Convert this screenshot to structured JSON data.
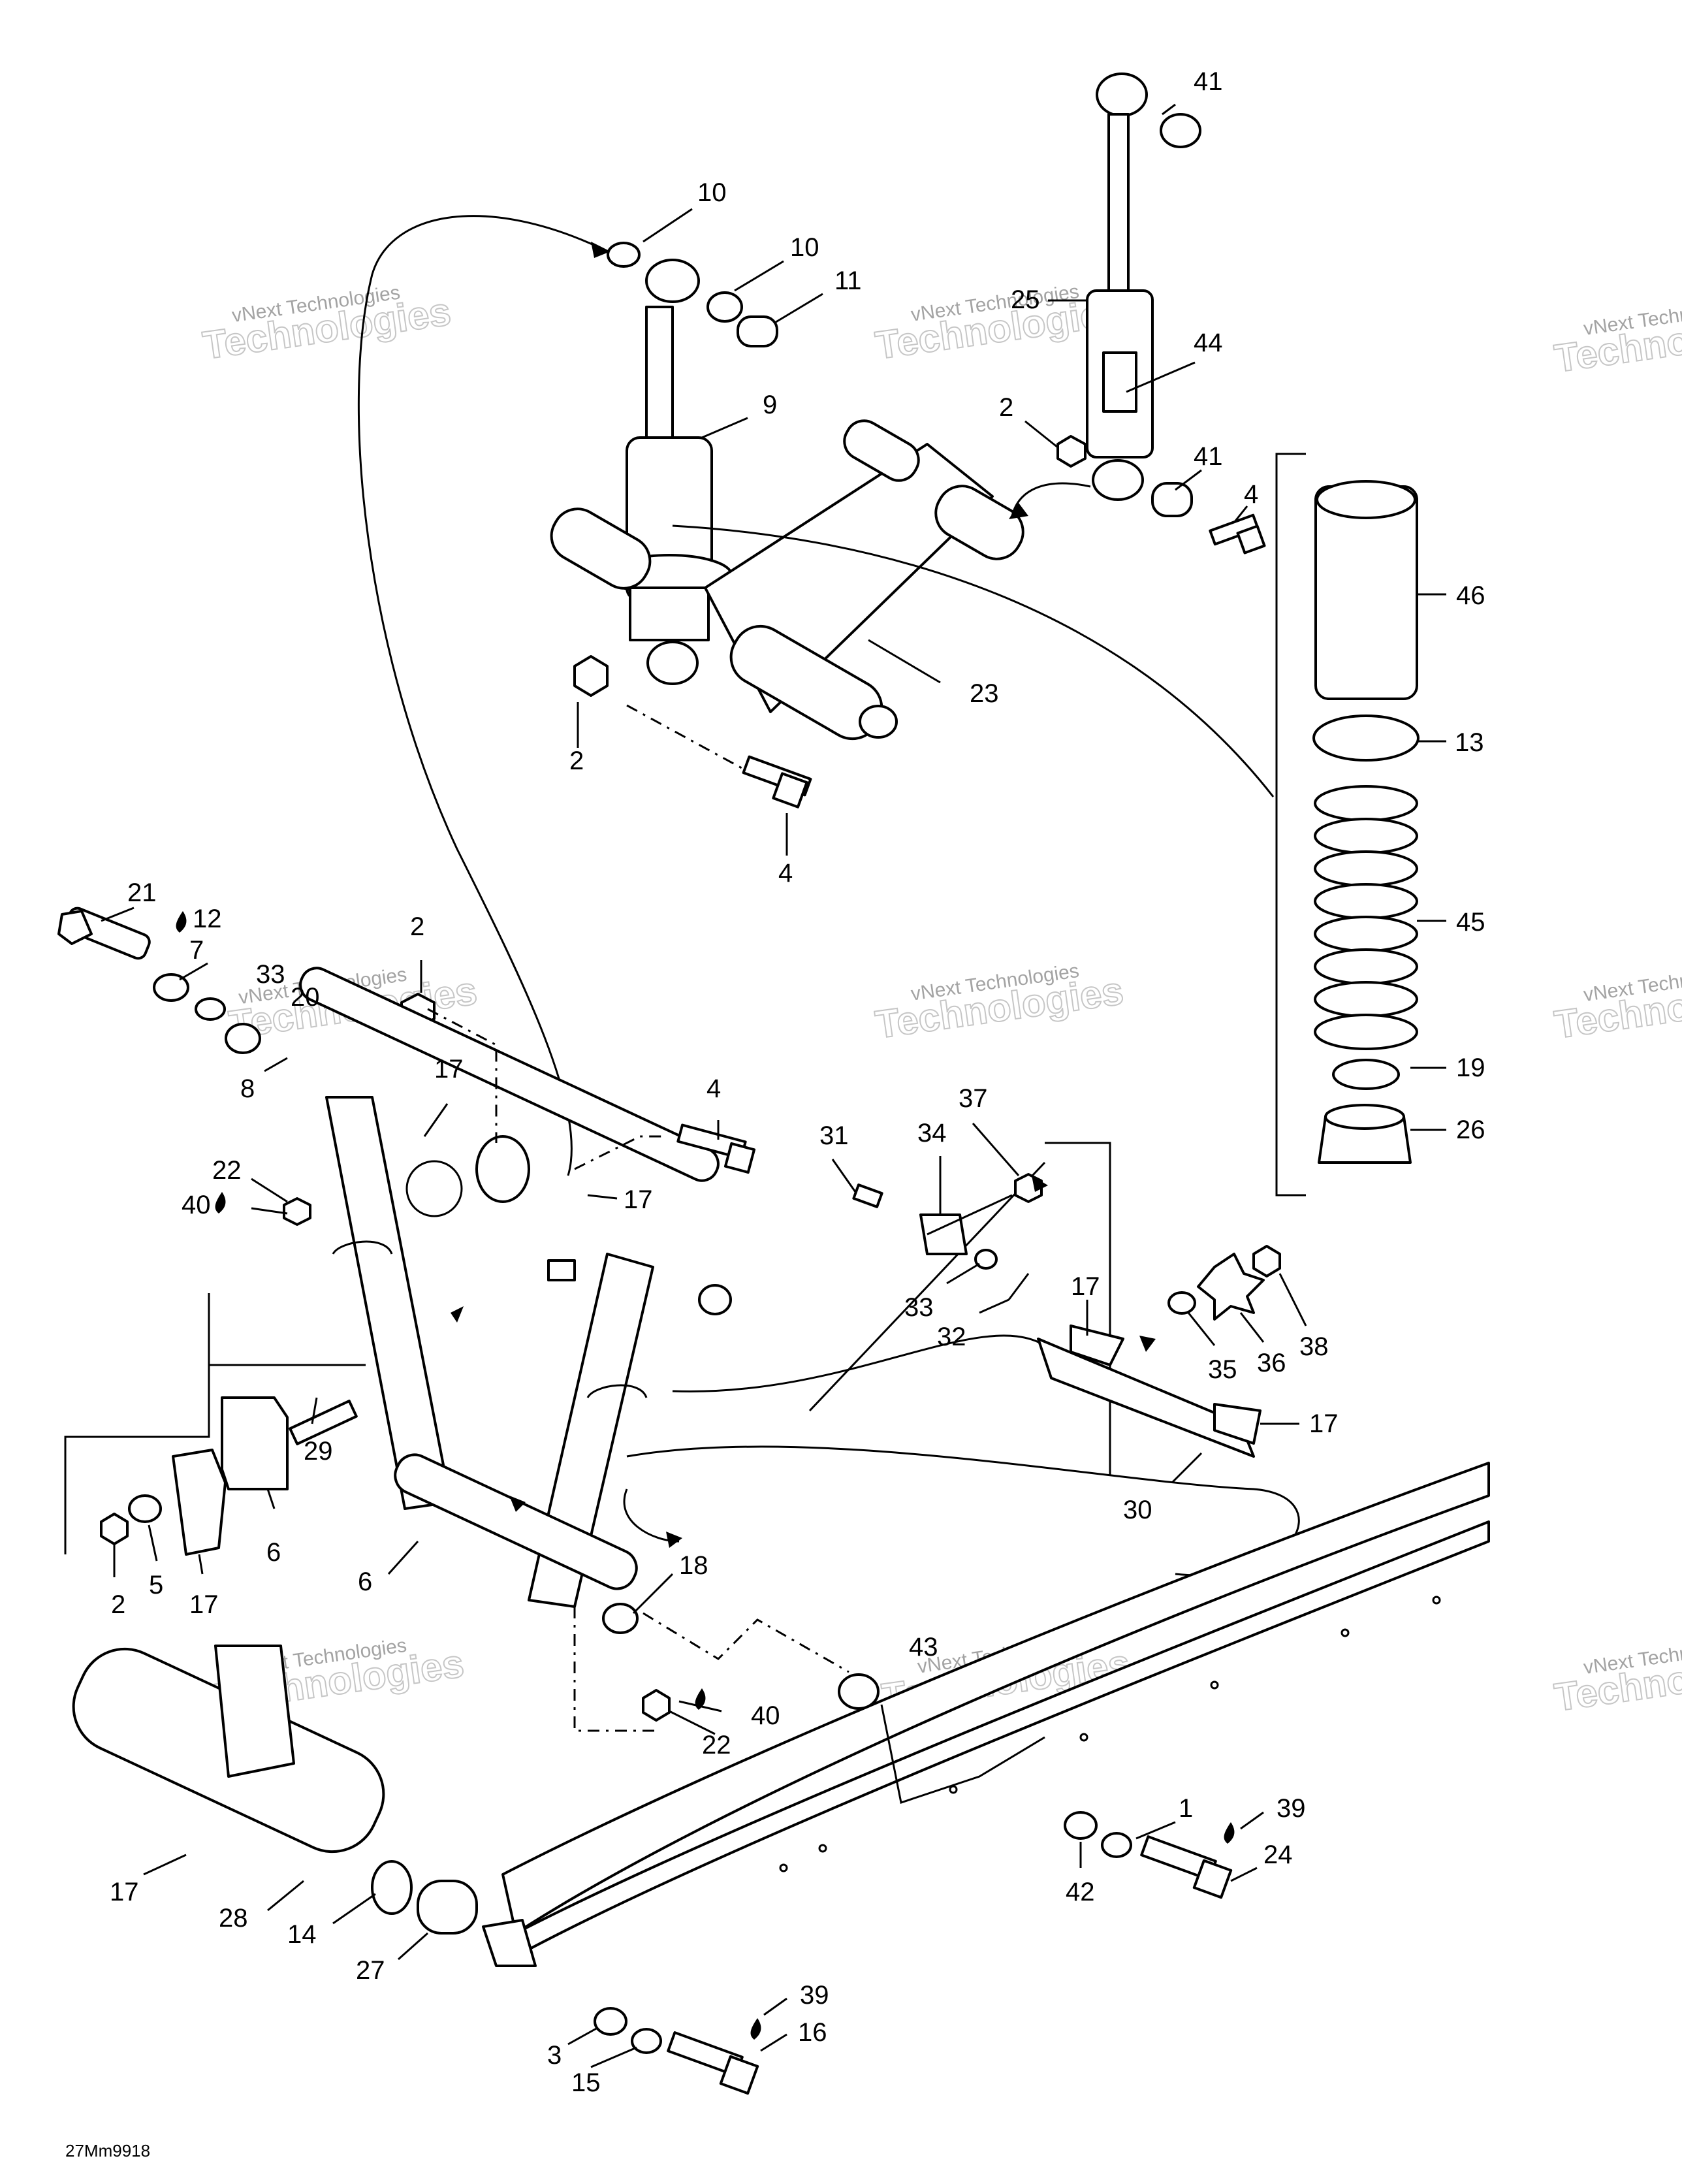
{
  "diagram_code": "27Mm9918",
  "watermark": {
    "line1": "vNext Technologies",
    "line2": "Technologies",
    "line3": "vNext"
  },
  "callouts": {
    "c1": "1",
    "c2": "2",
    "c3": "3",
    "c4": "4",
    "c5": "5",
    "c6": "6",
    "c7": "7",
    "c8": "8",
    "c9": "9",
    "c10": "10",
    "c11": "11",
    "c12": "12",
    "c13": "13",
    "c14": "14",
    "c15": "15",
    "c16": "16",
    "c17": "17",
    "c18": "18",
    "c19": "19",
    "c20": "20",
    "c21": "21",
    "c22": "22",
    "c23": "23",
    "c24": "24",
    "c25": "25",
    "c26": "26",
    "c27": "27",
    "c28": "28",
    "c29": "29",
    "c30": "30",
    "c31": "31",
    "c32": "32",
    "c33": "33",
    "c34": "34",
    "c35": "35",
    "c36": "36",
    "c37": "37",
    "c38": "38",
    "c39": "39",
    "c40": "40",
    "c41": "41",
    "c42": "42",
    "c43": "43",
    "c44": "44",
    "c45": "45",
    "c46": "46"
  }
}
